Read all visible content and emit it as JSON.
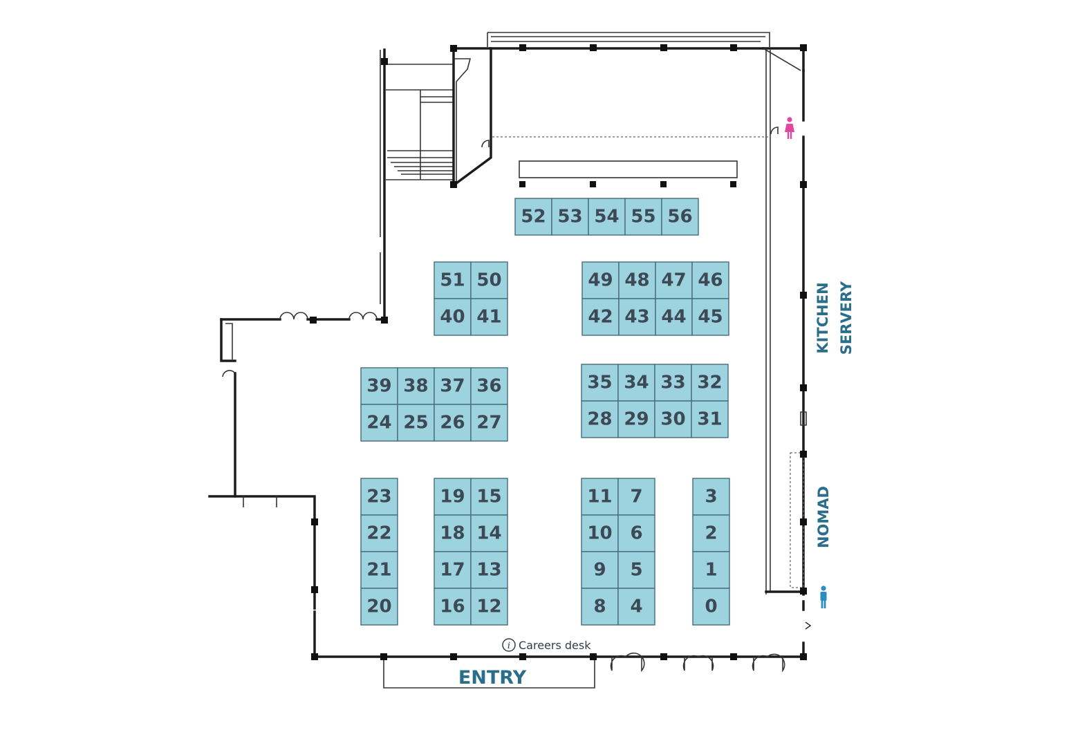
{
  "labels": {
    "entry": "ENTRY",
    "kitchen": "KITCHEN",
    "servery": "SERVERY",
    "nomad": "NOMAD",
    "careers_desk": "Careers desk"
  },
  "icons": {
    "info": "info-icon",
    "female_restroom": "female-restroom-icon",
    "male_restroom": "male-restroom-icon"
  },
  "colors": {
    "booth_fill": "#9cd3df",
    "booth_border": "#456c79",
    "booth_text": "#3d4a55",
    "area_label": "#2b6e8c",
    "female_icon": "#e0489e",
    "male_icon": "#2a8cc0"
  },
  "booths": {
    "b52": "52",
    "b53": "53",
    "b54": "54",
    "b55": "55",
    "b56": "56",
    "b51": "51",
    "b50": "50",
    "b40": "40",
    "b41": "41",
    "b49": "49",
    "b48": "48",
    "b47": "47",
    "b46": "46",
    "b42": "42",
    "b43": "43",
    "b44": "44",
    "b45": "45",
    "b39": "39",
    "b38": "38",
    "b37": "37",
    "b36": "36",
    "b24": "24",
    "b25": "25",
    "b26": "26",
    "b27": "27",
    "b35": "35",
    "b34": "34",
    "b33": "33",
    "b32": "32",
    "b28": "28",
    "b29": "29",
    "b30": "30",
    "b31": "31",
    "b23": "23",
    "b22": "22",
    "b21": "21",
    "b20": "20",
    "b19": "19",
    "b15": "15",
    "b18": "18",
    "b14": "14",
    "b17": "17",
    "b13": "13",
    "b16": "16",
    "b12": "12",
    "b11": "11",
    "b7": "7",
    "b10": "10",
    "b6": "6",
    "b9": "9",
    "b5": "5",
    "b8": "8",
    "b4": "4",
    "b3": "3",
    "b2": "2",
    "b1": "1",
    "b0": "0"
  }
}
